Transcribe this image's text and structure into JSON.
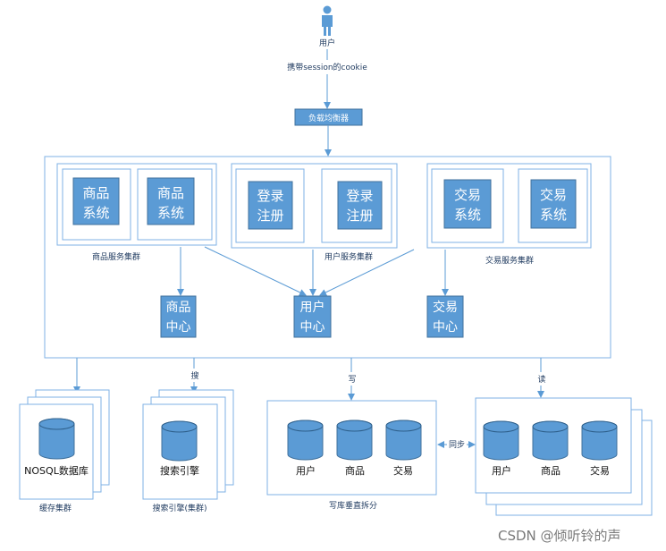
{
  "user": {
    "label": "用户",
    "cookie_note": "携带session的cookie"
  },
  "load_balancer": "负载均衡器",
  "clusters": [
    {
      "label": "商品服务集群",
      "nodes": [
        [
          "商品",
          "系统"
        ],
        [
          "商品",
          "系统"
        ]
      ]
    },
    {
      "label": "用户服务集群",
      "nodes": [
        [
          "登录",
          "注册"
        ],
        [
          "登录",
          "注册"
        ]
      ]
    },
    {
      "label": "交易服务集群",
      "nodes": [
        [
          "交易",
          "系统"
        ],
        [
          "交易",
          "系统"
        ]
      ]
    }
  ],
  "centers": [
    [
      "商品",
      "中心"
    ],
    [
      "用户",
      "中心"
    ],
    [
      "交易",
      "中心"
    ]
  ],
  "edge_labels": {
    "search": "搜",
    "write": "写",
    "read": "读",
    "sync": "同步"
  },
  "storage": {
    "nosql": {
      "name": "NOSQL数据库",
      "label": "缓存集群"
    },
    "search_engine": {
      "name": "搜索引擎",
      "label": "搜索引擎(集群)"
    },
    "write_db": {
      "dbs": [
        "用户",
        "商品",
        "交易"
      ],
      "label": "写库垂直拆分"
    },
    "read_db": {
      "dbs": [
        "用户",
        "商品",
        "交易"
      ]
    }
  },
  "watermark": "CSDN @倾听铃的声",
  "colors": {
    "accent": "#5B9BD5",
    "accent_border": "#41719C",
    "frame": "#7FB2E5"
  }
}
